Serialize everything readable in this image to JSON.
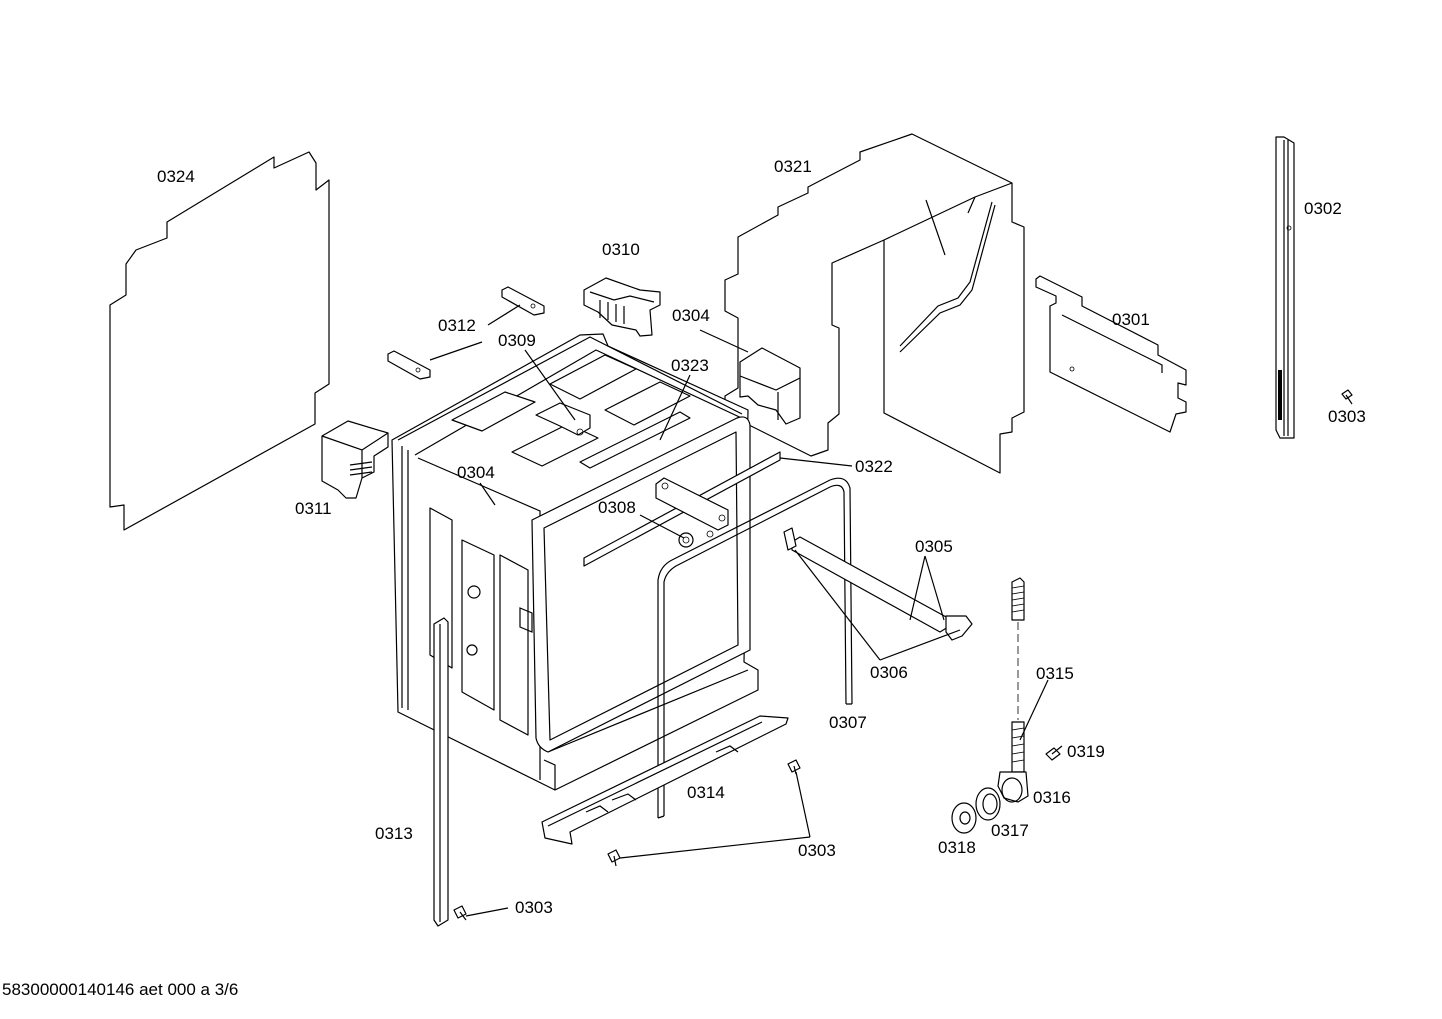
{
  "labels": {
    "l0324": "0324",
    "l0321": "0321",
    "l0302": "0302",
    "l0310": "0310",
    "l0304a": "0304",
    "l0301": "0301",
    "l0312": "0312",
    "l0309": "0309",
    "l0323": "0323",
    "l0303a": "0303",
    "l0304b": "0304",
    "l0322": "0322",
    "l0311": "0311",
    "l0308": "0308",
    "l0305": "0305",
    "l0306": "0306",
    "l0315": "0315",
    "l0307": "0307",
    "l0319": "0319",
    "l0314": "0314",
    "l0316": "0316",
    "l0313": "0313",
    "l0317": "0317",
    "l0303b": "0303",
    "l0318": "0318",
    "l0303c": "0303"
  },
  "footer": "58300000140146 aet 000 a 3/6"
}
